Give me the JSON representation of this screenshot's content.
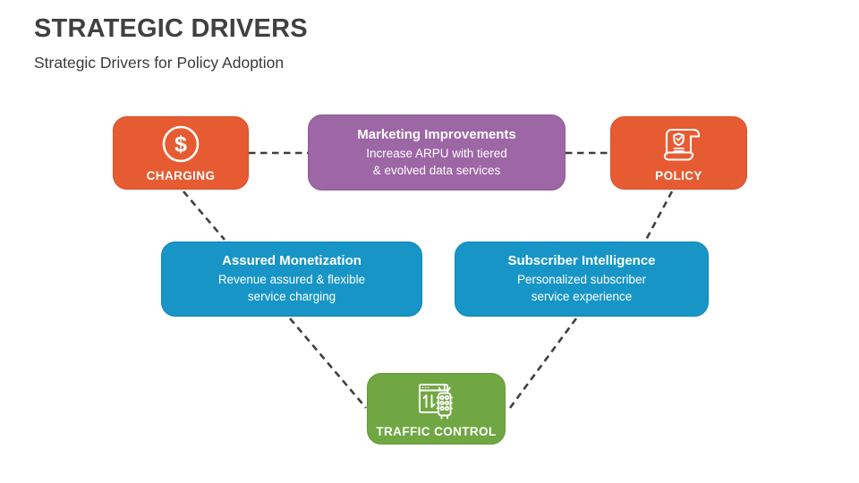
{
  "slide": {
    "title": "STRATEGIC DRIVERS",
    "subtitle": "Strategic Drivers for Policy Adoption"
  },
  "colors": {
    "orange": "#E75B32",
    "purple": "#9D66A5",
    "blue": "#1795C6",
    "green": "#70A743",
    "connector": "#3F3F3F",
    "title_text": "#404040",
    "box_text": "#FFFFFF"
  },
  "nodes": {
    "charging": {
      "label": "CHARGING",
      "icon": "dollar-coin-icon"
    },
    "marketing": {
      "title": "Marketing Improvements",
      "desc_line1": "Increase ARPU with tiered",
      "desc_line2": "& evolved data services"
    },
    "policy": {
      "label": "POLICY",
      "icon": "policy-scroll-icon"
    },
    "assured_monetization": {
      "title": "Assured Monetization",
      "desc_line1": "Revenue assured & flexible",
      "desc_line2": "service charging"
    },
    "subscriber_intelligence": {
      "title": "Subscriber Intelligence",
      "desc_line1": "Personalized subscriber",
      "desc_line2": "service experience"
    },
    "traffic_control": {
      "label": "TRAFFIC CONTROL",
      "icon": "traffic-control-icon"
    }
  },
  "edges": [
    {
      "from": "charging",
      "to": "marketing",
      "style": "dashed"
    },
    {
      "from": "marketing",
      "to": "policy",
      "style": "dashed"
    },
    {
      "from": "charging",
      "to": "assured_monetization",
      "style": "dashed"
    },
    {
      "from": "policy",
      "to": "subscriber_intelligence",
      "style": "dashed"
    },
    {
      "from": "assured_monetization",
      "to": "traffic_control",
      "style": "dashed"
    },
    {
      "from": "subscriber_intelligence",
      "to": "traffic_control",
      "style": "dashed"
    }
  ]
}
